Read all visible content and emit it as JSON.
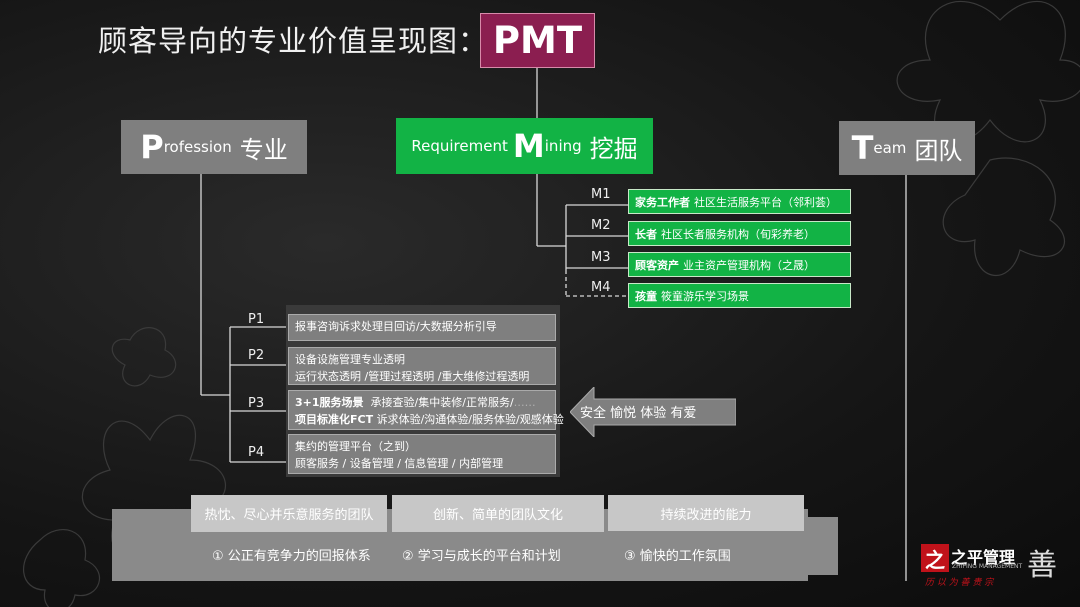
{
  "title": "顾客导向的专业价值呈现图：",
  "pmt": "PMT",
  "profession": {
    "initial": "P",
    "rest": "rofession",
    "cn": "专业"
  },
  "requirement": {
    "word": "Requirement",
    "initial": "M",
    "rest": "ining",
    "cn": "挖掘"
  },
  "team": {
    "initial": "T",
    "rest": "eam",
    "cn": "团队"
  },
  "m_items": [
    {
      "label": "M1",
      "bold": "家务工作者",
      "text": "社区生活服务平台（邻利荟）"
    },
    {
      "label": "M2",
      "bold": "长者",
      "text": "社区长者服务机构（旬彩养老）"
    },
    {
      "label": "M3",
      "bold": "顾客资产",
      "text": "业主资产管理机构（之晟）"
    },
    {
      "label": "M4",
      "bold": "孩童",
      "text": "筱童游乐学习场景"
    }
  ],
  "p_items": [
    {
      "label": "P1",
      "lines": [
        "报事咨询诉求处理目回访/大数据分析引导"
      ]
    },
    {
      "label": "P2",
      "lines": [
        "设备设施管理专业透明",
        "运行状态透明 /管理过程透明 /重大维修过程透明"
      ]
    },
    {
      "label": "P3",
      "bold1": "3+1服务场景",
      "line1": "承接查验/集中装修/正常服务/",
      "faint1": "……",
      "bold2": "项目标准化FCT",
      "line2": "诉求体验/沟通体验/服务体验/观感体验"
    },
    {
      "label": "P4",
      "lines": [
        "集约的管理平台（之到）",
        "顾客服务 / 设备管理 / 信息管理 / 内部管理"
      ]
    }
  ],
  "arrow_text": "安全  愉悦  体验   有爱",
  "team_boxes": [
    "热忱、尽心并乐意服务的团队",
    "创新、简单的团队文化",
    "持续改进的能力"
  ],
  "team_items": [
    "①  公正有竞争力的回报体系",
    "②     学习与成长的平台和计划",
    "③      愉快的工作氛围"
  ],
  "logo": {
    "mark": "之",
    "text": "之平管理",
    "sub": "ZHIPING MANAGEMENT",
    "sig": "历 以 为 善 贵 宗"
  },
  "seal": "善",
  "colors": {
    "pmt": "#8b1e50",
    "green": "#12b345",
    "gray": "#7f7f7f"
  }
}
